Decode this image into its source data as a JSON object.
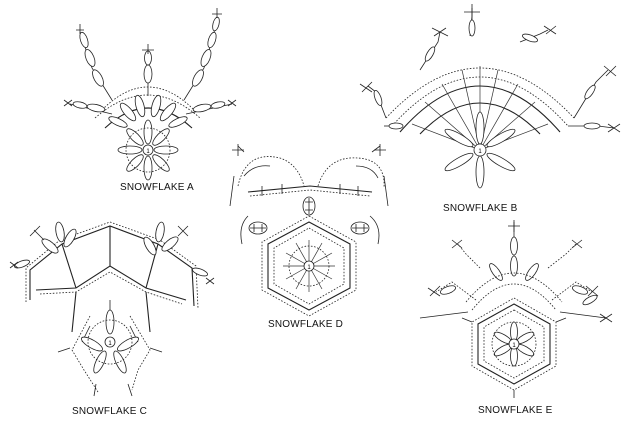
{
  "figures": [
    {
      "id": "A",
      "label": "SNOWFLAKE A",
      "center_mark": "1"
    },
    {
      "id": "B",
      "label": "SNOWFLAKE B",
      "center_mark": "1"
    },
    {
      "id": "C",
      "label": "SNOWFLAKE C",
      "center_mark": "1"
    },
    {
      "id": "D",
      "label": "SNOWFLAKE D",
      "center_mark": "1"
    },
    {
      "id": "E",
      "label": "SNOWFLAKE E",
      "center_mark": "1"
    }
  ],
  "colors": {
    "ink": "#222222",
    "paper": "#ffffff"
  }
}
